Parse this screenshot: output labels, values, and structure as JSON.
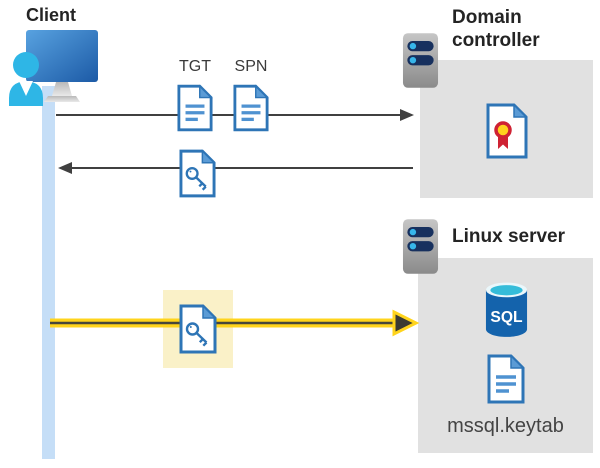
{
  "client": {
    "label": "Client"
  },
  "flow": {
    "tgt_label": "TGT",
    "spn_label": "SPN"
  },
  "domain_controller": {
    "label": "Domain controller"
  },
  "linux_server": {
    "label": "Linux server",
    "sql_badge": "SQL",
    "keytab_label": "mssql.keytab"
  },
  "icons": [
    "client-computer-icon",
    "person-icon",
    "server-icon",
    "document-icon",
    "key-document-icon",
    "certificate-icon",
    "sql-database-icon"
  ],
  "colors": {
    "doc_border_blue": "#2e75b6",
    "doc_fold_blue": "#5b9bd5",
    "doc_line_blue": "#4f92d1",
    "panel_gray": "#e1e1e1",
    "timeline_blue": "#c5def7",
    "arrow_gray": "#404040",
    "highlight_yellow": "#ffd41c",
    "highlight_box_bg": "#faf1c8",
    "sql_body_blue": "#1463ac",
    "sql_top_cyan": "#35bcd9",
    "server_pill_navy": "#17305e",
    "server_dot_cyan": "#37b6ea",
    "person_cyan": "#2eb6e6",
    "rosette_red": "#cf2233",
    "rosette_yellow": "#ffd21e",
    "label_dark": "#242424"
  }
}
